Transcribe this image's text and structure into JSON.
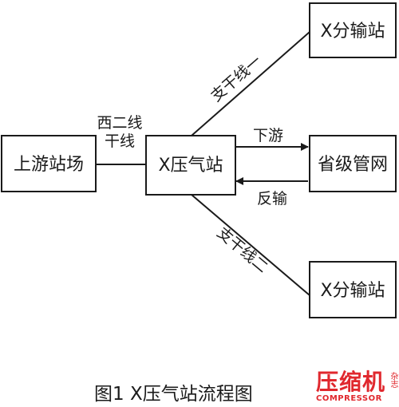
{
  "nodes": {
    "upstream": "上游站场",
    "center": "X压气站",
    "branch_top": "X分输站",
    "provincial": "省级管网",
    "branch_bottom": "X分输站"
  },
  "edges": {
    "trunk_line1": "西二线",
    "trunk_line2": "干线",
    "branch1": "支干线一",
    "branch2": "支干线二",
    "downstream": "下游",
    "reverse": "反输"
  },
  "caption": "图1 X压气站流程图",
  "logo": {
    "main": "压缩机",
    "side": "杂志",
    "sub": "COMPRESSOR",
    "registered": "®"
  },
  "colors": {
    "line": "#1a1a1a",
    "logo": "#e0282e"
  }
}
